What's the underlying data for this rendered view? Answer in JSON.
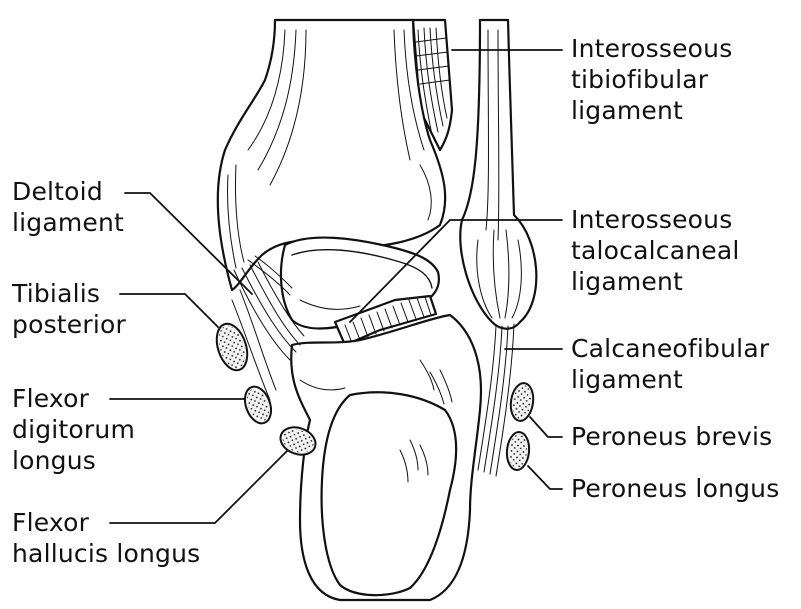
{
  "labels": {
    "interosseous_tibiofibular": [
      "Interosseous",
      "tibiofibular",
      "ligament"
    ],
    "deltoid": [
      "Deltoid",
      "ligament"
    ],
    "interosseous_talocalcaneal": [
      "Interosseous",
      "talocalcaneal",
      "ligament"
    ],
    "tibialis_posterior": [
      "Tibialis",
      "posterior"
    ],
    "calcaneofibular": [
      "Calcaneofibular",
      "ligament"
    ],
    "flexor_digitorum_longus": [
      "Flexor",
      "digitorum",
      "longus"
    ],
    "peroneus_brevis": [
      "Peroneus brevis"
    ],
    "peroneus_longus": [
      "Peroneus longus"
    ],
    "flexor_hallucis_longus": [
      "Flexor",
      "hallucis longus"
    ]
  },
  "colors": {
    "ink": "#111111",
    "background": "#ffffff",
    "tendon_fill": "#f4f4f4"
  }
}
